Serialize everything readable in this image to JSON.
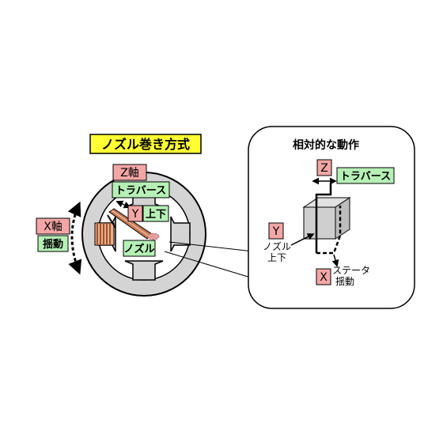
{
  "title": "ノズル巻き方式",
  "left": {
    "z_axis": "Z軸",
    "traverse": "トラバース",
    "y": "Y",
    "updown": "上下",
    "x_axis": "X軸",
    "swing": "揺動",
    "nozzle": "ノズル"
  },
  "right": {
    "heading": "相対的な動作",
    "z": "Z",
    "traverse": "トラバース",
    "y": "Y",
    "nozzle_updown_line1": "ノズル",
    "nozzle_updown_line2": "上下",
    "x": "X",
    "stator_swing_line1": "ステータ",
    "stator_swing_line2": "揺動"
  },
  "colors": {
    "title_bg": "#ffff33",
    "pink": "#f4a6a6",
    "green": "#b6f0b6",
    "stator_gray": "#d4d4d4",
    "block_gray": "#cfcfcf",
    "coil": "#a0522d"
  }
}
